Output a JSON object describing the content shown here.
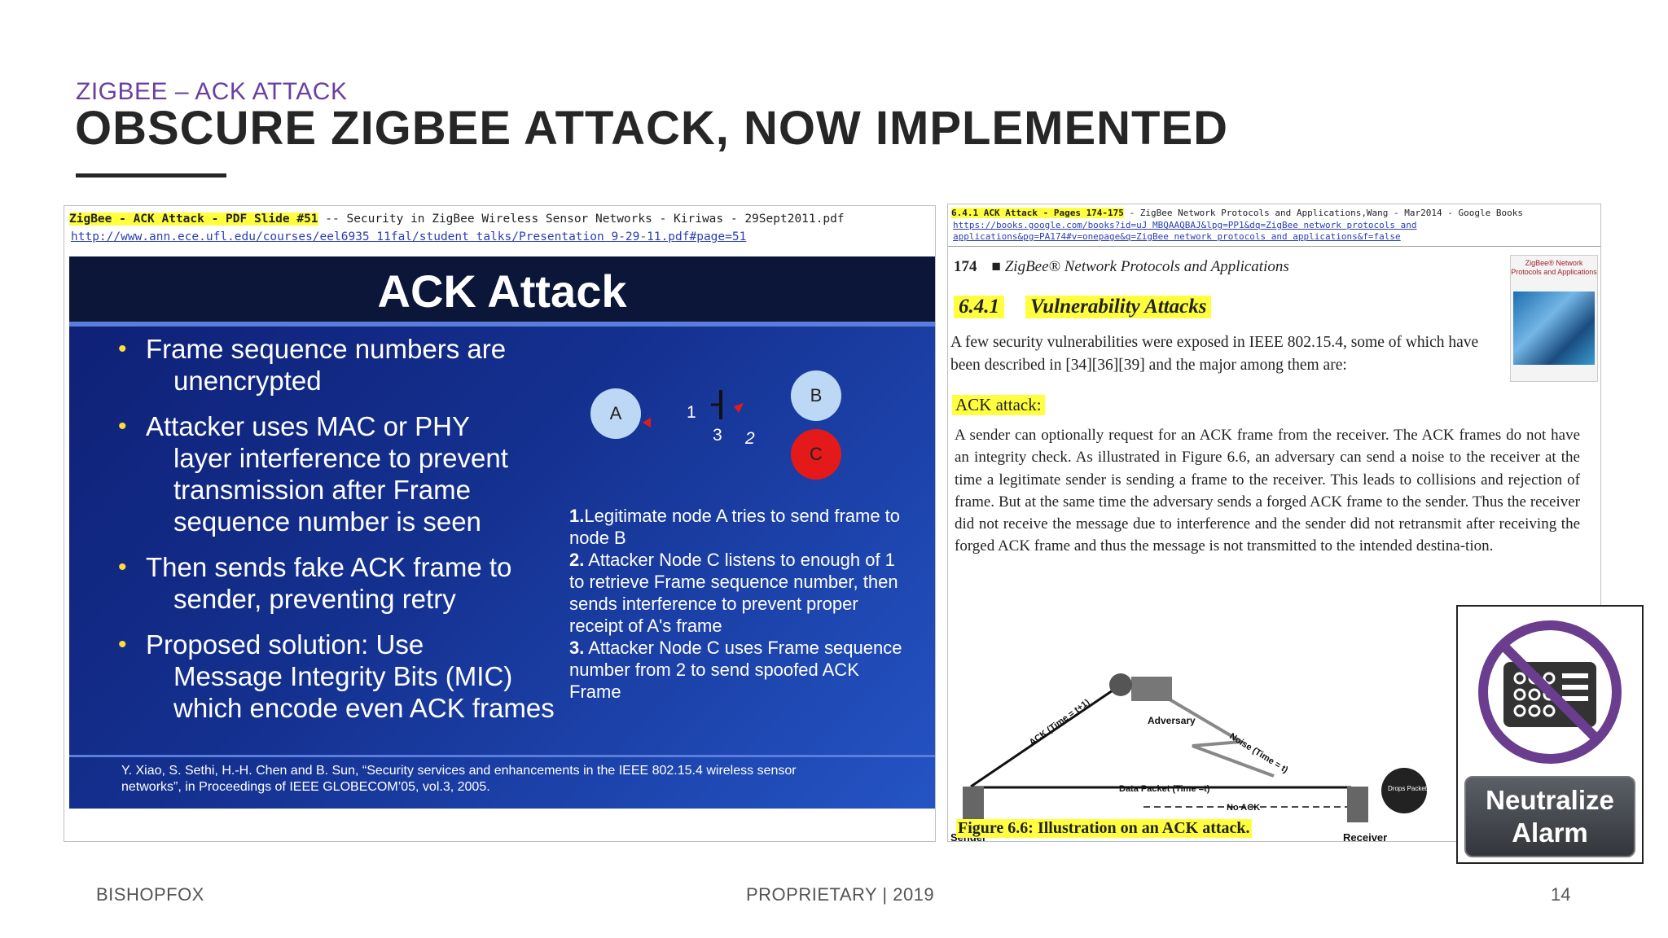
{
  "slide": {
    "kicker": "ZIGBEE – ACK ATTACK",
    "title": "OBSCURE ZIGBEE ATTACK, NOW IMPLEMENTED",
    "footer_left": "BISHOPFOX",
    "footer_mid": "PROPRIETARY | 2019",
    "page_number": "14"
  },
  "left_panel": {
    "header_highlight": "ZigBee - ACK Attack - PDF Slide #51",
    "header_rest": " -- Security in ZigBee Wireless Sensor Networks - Kiriwas - 29Sept2011.pdf",
    "url": "http://www.ann.ece.ufl.edu/courses/eel6935 11fal/student talks/Presentation 9-29-11.pdf#page=51",
    "inner_title": "ACK Attack",
    "bullets": [
      {
        "line1": "Frame sequence numbers are",
        "cont": "unencrypted"
      },
      {
        "line1": "Attacker uses MAC or PHY",
        "cont": "layer interference to prevent transmission after Frame sequence number is seen"
      },
      {
        "line1": "Then sends fake ACK frame to",
        "cont": "sender, preventing retry"
      },
      {
        "line1": "Proposed solution: Use",
        "cont": "Message Integrity Bits (MIC) which encode even ACK frames"
      }
    ],
    "nodes": {
      "a": "A",
      "b": "B",
      "c": "C",
      "n1": "1",
      "n2": "2",
      "n3": "3"
    },
    "steps": {
      "s1_num": "1.",
      "s1": "Legitimate node A tries to send frame to node B",
      "s2_num": "2.",
      "s2": " Attacker Node C listens to enough of 1 to retrieve Frame sequence number, then sends interference to prevent proper receipt of A's frame",
      "s3_num": "3.",
      "s3": " Attacker Node C uses Frame sequence number from 2 to send spoofed ACK Frame"
    },
    "citation": "Y. Xiao, S. Sethi, H.-H. Chen and B. Sun, “Security services and enhancements in the IEEE 802.15.4 wireless sensor networks”, in Proceedings of IEEE GLOBECOM’05, vol.3, 2005."
  },
  "right_panel": {
    "header_highlight": "6.4.1 ACK Attack - Pages 174-175",
    "header_rest": " - ZigBee Network Protocols and Applications,Wang - Mar2014 - Google Books",
    "url1": "https://books.google.com/books?id=uJ MBQAAQBAJ&lpg=PP1&dq=ZigBee network protocols and",
    "url2": "applications&pg=PA174#v=onepage&q=ZigBee network protocols and applications&f=false",
    "page_num": "174",
    "book_title": "■  ZigBee® Network Protocols and Applications",
    "cover_title": "ZigBee® Network Protocols and Applications",
    "section_num": "6.4.1",
    "section_title": "Vulnerability Attacks",
    "para1": "A few security vulnerabilities were exposed in IEEE 802.15.4, some of which have been described in [34][36][39] and the major among them are:",
    "ack_heading": "ACK attack:",
    "para2": "A sender can optionally request for an ACK frame from the receiver. The ACK frames do not have an integrity check. As illustrated in Figure 6.6, an adversary can send a noise to the receiver at the time a legitimate sender is sending a frame to the receiver. This leads to collisions and rejection of frame. But at the same time the adversary sends a forged ACK frame to the sender. Thus the receiver did not receive the message due to interference and the sender did not retransmit after receiving the forged ACK frame and thus the message is not transmitted to the intended destina-tion.",
    "figure": {
      "adversary": "Adversary",
      "sender": "Sender",
      "receiver": "Receiver",
      "ack_label": "ACK (Time = t+1)",
      "noise_label": "Noise (Time = t)",
      "data_label": "Data Packet (Time =t)",
      "no_ack": "No ACK",
      "drops": "Drops Packet"
    },
    "figure_caption": "Figure 6.6: Illustration on an ACK attack."
  },
  "badge": {
    "label": "Neutralize\nAlarm",
    "icon": "no-alarm-keypad-icon",
    "ring_color": "#6a3d8f"
  }
}
